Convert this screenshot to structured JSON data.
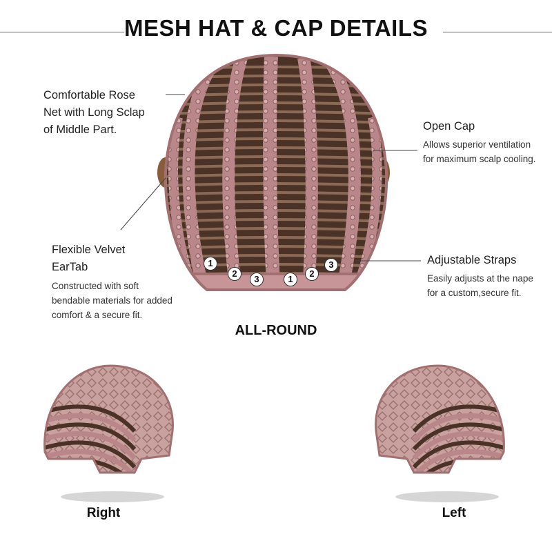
{
  "title": "MESH HAT & CAP DETAILS",
  "callouts": {
    "rose_net": {
      "lines": [
        "Comfortable Rose",
        "Net with Long Sclap",
        "of Middle Part."
      ]
    },
    "open_cap": {
      "title": "Open Cap",
      "desc": [
        "Allows superior ventilation",
        "for maximum scalp cooling."
      ]
    },
    "eartab": {
      "title": [
        "Flexible Velvet",
        "EarTab"
      ],
      "desc": [
        "Constructed with soft",
        "bendable materials for added",
        "comfort & a secure fit."
      ]
    },
    "straps": {
      "title": "Adjustable Straps",
      "desc": [
        "Easily adjusts at the nape",
        "for a custom,secure fit."
      ]
    }
  },
  "strap_numbers": [
    "1",
    "2",
    "3",
    "1",
    "2",
    "3"
  ],
  "views": {
    "main": "ALL-ROUND",
    "right": "Right",
    "left": "Left"
  },
  "colors": {
    "mesh_pink": "#b9878a",
    "hair_dark": "#4a3226",
    "cap_base": "#c79597"
  }
}
